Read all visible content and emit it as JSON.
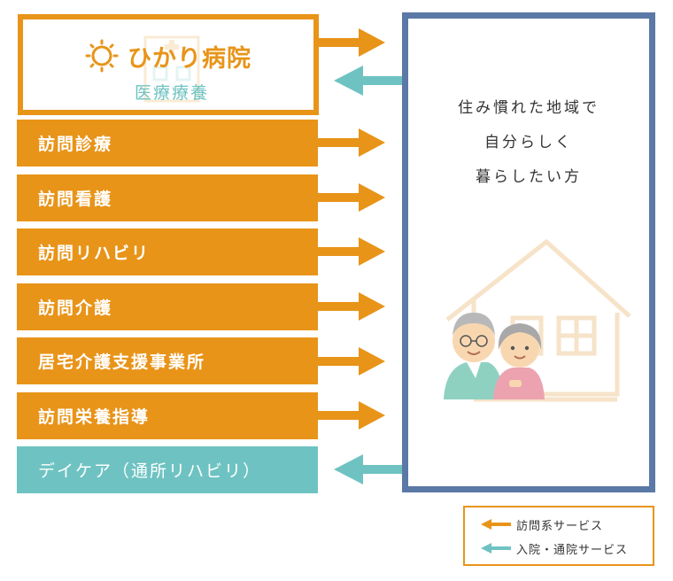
{
  "hospital": {
    "name": "ひかり病院",
    "subtitle": "医療療養"
  },
  "services": [
    "訪問診療",
    "訪問看護",
    "訪問リハビリ",
    "訪問介護",
    "居宅介護支援事業所",
    "訪問栄養指導"
  ],
  "inpatient_service": "デイケア（通所リハビリ）",
  "panel": {
    "lines": [
      "住み慣れた地域で",
      "自分らしく",
      "暮らしたい方"
    ]
  },
  "legend": {
    "visiting": "訪問系サービス",
    "inpatient": "入院・通院サービス"
  },
  "colors": {
    "orange": "#e89419",
    "teal": "#6ec3c2",
    "panel_border": "#5b79a6"
  }
}
